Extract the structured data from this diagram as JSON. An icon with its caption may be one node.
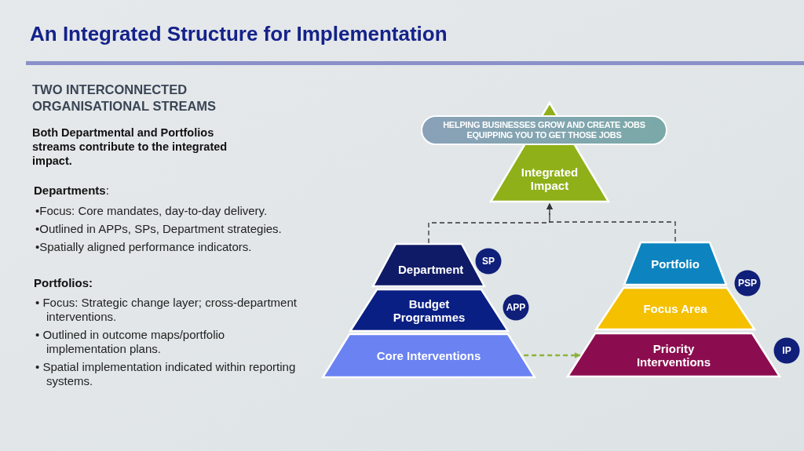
{
  "diagram": {
    "title": "An Integrated Structure for Implementation",
    "nodes": [
      {
        "text": [
          "HELPING BUSINESSES GROW AND CREATE JOBS",
          "EQUIPPING YOU TO GET THOSE JOBS"
        ]
      },
      {
        "text": [
          "Integrated Impact"
        ]
      },
      {
        "text": [
          "Department"
        ]
      },
      {
        "text": [
          "SP"
        ]
      },
      {
        "text": [
          "Budget Programmes"
        ]
      },
      {
        "text": [
          "APP"
        ]
      },
      {
        "text": [
          "Core Interventions"
        ]
      },
      {
        "text": [
          "Portfolio"
        ]
      },
      {
        "text": [
          "PSP"
        ]
      },
      {
        "text": [
          "Focus Area"
        ]
      },
      {
        "text": [
          "Priority Interventions"
        ]
      },
      {
        "text": [
          "IP"
        ]
      }
    ],
    "edges": [
      {
        "from": 2,
        "to": 1,
        "arrow": "to",
        "style": "dashed"
      },
      {
        "from": 7,
        "to": 1,
        "arrow": "to",
        "style": "dashed"
      },
      {
        "from": 6,
        "to": 10,
        "arrow": "to",
        "style": "dashed",
        "color": "#8db33a"
      }
    ],
    "labels": [
      "TWO INTERCONNECTED ORGANISATIONAL STREAMS",
      "Both Departmental and Portfolios streams contribute to the integrated impact.",
      "**Departments**:",
      "•Focus: Core mandates, day-to-day delivery.",
      "•Outlined in APPs, SPs, Department strategies.",
      "•Spatially aligned performance indicators.",
      "Portfolios:",
      "• Focus: Strategic change layer; cross-department interventions.",
      "• Outlined in outcome maps/portfolio implementation plans.",
      "• Spatial implementation indicated within reporting systems."
    ]
  }
}
